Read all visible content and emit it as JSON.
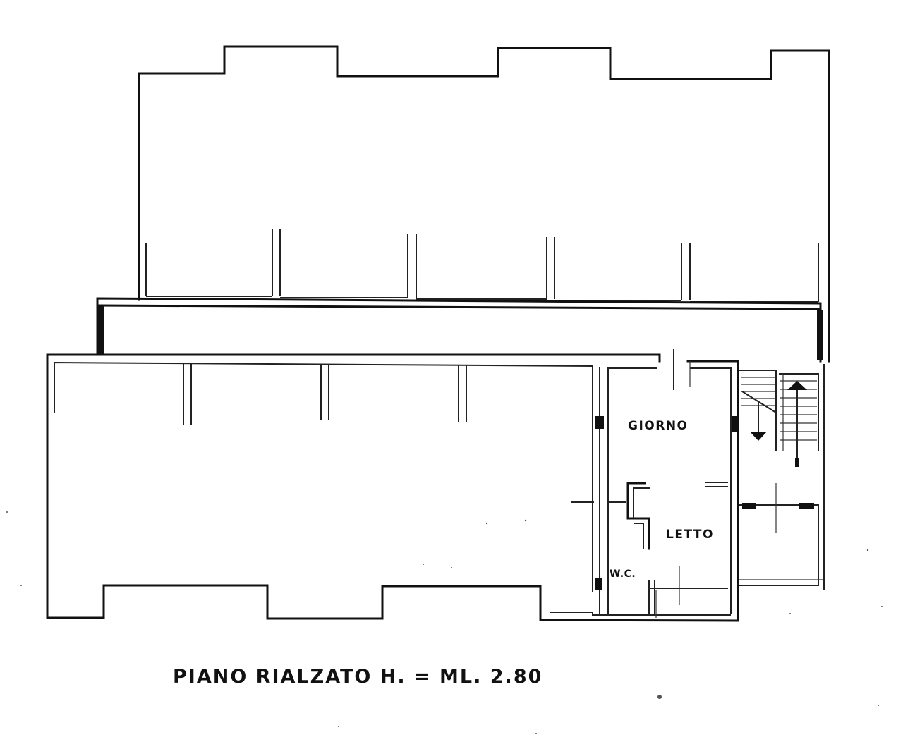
{
  "plan": {
    "title": "PIANO RIALZATO H. = ML. 2.80",
    "rooms": {
      "giorno": "GIORNO",
      "letto": "LETTO",
      "wc": "W.C."
    },
    "colors": {
      "ink": "#111111",
      "paper": "#ffffff"
    },
    "icons": {
      "stair_arrow_up": "arrow-up-icon",
      "stair_arrow_down": "arrow-down-icon"
    }
  }
}
